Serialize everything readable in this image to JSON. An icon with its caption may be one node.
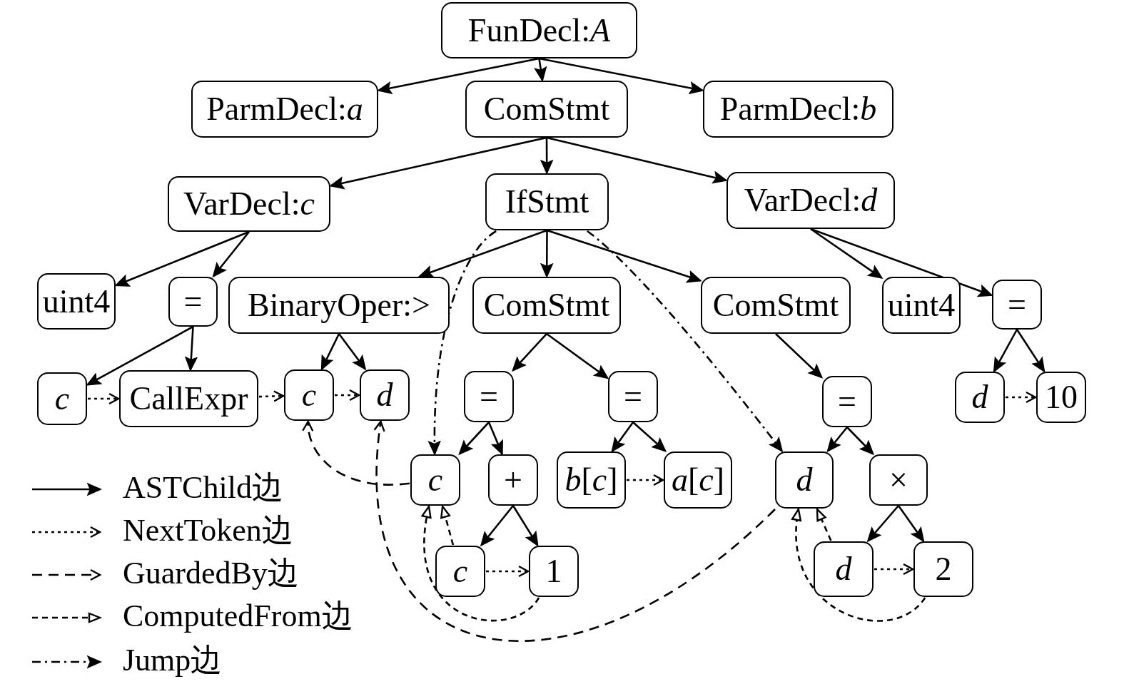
{
  "diagram": {
    "nodes": [
      {
        "text": [
          "FunDecl:*A*"
        ]
      },
      {
        "text": [
          "ParmDecl:*a*"
        ]
      },
      {
        "text": [
          "ComStmt"
        ]
      },
      {
        "text": [
          "ParmDecl:*b*"
        ]
      },
      {
        "text": [
          "VarDecl:*c*"
        ]
      },
      {
        "text": [
          "IfStmt"
        ]
      },
      {
        "text": [
          "VarDecl:*d*"
        ]
      },
      {
        "text": [
          "uint4"
        ]
      },
      {
        "text": [
          "="
        ]
      },
      {
        "text": [
          "BinaryOper:>"
        ]
      },
      {
        "text": [
          "ComStmt"
        ]
      },
      {
        "text": [
          "ComStmt"
        ]
      },
      {
        "text": [
          "uint4"
        ]
      },
      {
        "text": [
          "="
        ]
      },
      {
        "text": [
          "c"
        ]
      },
      {
        "text": [
          "CallExpr"
        ]
      },
      {
        "text": [
          "c"
        ]
      },
      {
        "text": [
          "d"
        ]
      },
      {
        "text": [
          "="
        ]
      },
      {
        "text": [
          "="
        ]
      },
      {
        "text": [
          "="
        ]
      },
      {
        "text": [
          "d"
        ]
      },
      {
        "text": [
          "10"
        ]
      },
      {
        "text": [
          "c"
        ]
      },
      {
        "text": [
          "+"
        ]
      },
      {
        "text": [
          "*b*[*c*]"
        ]
      },
      {
        "text": [
          "*a*[*c*]"
        ]
      },
      {
        "text": [
          "d"
        ]
      },
      {
        "text": [
          "×"
        ]
      },
      {
        "text": [
          "c"
        ]
      },
      {
        "text": [
          "1"
        ]
      },
      {
        "text": [
          "d"
        ]
      },
      {
        "text": [
          "2"
        ]
      }
    ],
    "edges": [
      {
        "from": 0,
        "to": 1,
        "arrow": "to"
      },
      {
        "from": 0,
        "to": 2,
        "arrow": "to"
      },
      {
        "from": 0,
        "to": 3,
        "arrow": "to"
      },
      {
        "from": 2,
        "to": 4,
        "arrow": "to"
      },
      {
        "from": 2,
        "to": 5,
        "arrow": "to"
      },
      {
        "from": 2,
        "to": 6,
        "arrow": "to"
      },
      {
        "from": 4,
        "to": 7,
        "arrow": "to"
      },
      {
        "from": 4,
        "to": 8,
        "arrow": "to"
      },
      {
        "from": 5,
        "to": 9,
        "arrow": "to"
      },
      {
        "from": 5,
        "to": 10,
        "arrow": "to"
      },
      {
        "from": 5,
        "to": 11,
        "arrow": "to"
      },
      {
        "from": 6,
        "to": 12,
        "arrow": "to"
      },
      {
        "from": 6,
        "to": 13,
        "arrow": "to"
      },
      {
        "from": 8,
        "to": 14,
        "arrow": "to"
      },
      {
        "from": 8,
        "to": 15,
        "arrow": "to"
      },
      {
        "from": 9,
        "to": 16,
        "arrow": "to"
      },
      {
        "from": 9,
        "to": 17,
        "arrow": "to"
      },
      {
        "from": 10,
        "to": 18,
        "arrow": "to"
      },
      {
        "from": 10,
        "to": 19,
        "arrow": "to"
      },
      {
        "from": 11,
        "to": 20,
        "arrow": "to"
      },
      {
        "from": 13,
        "to": 21,
        "arrow": "to"
      },
      {
        "from": 13,
        "to": 22,
        "arrow": "to"
      },
      {
        "from": 18,
        "to": 23,
        "arrow": "to"
      },
      {
        "from": 18,
        "to": 24,
        "arrow": "to"
      },
      {
        "from": 19,
        "to": 25,
        "arrow": "to"
      },
      {
        "from": 19,
        "to": 26,
        "arrow": "to"
      },
      {
        "from": 20,
        "to": 27,
        "arrow": "to"
      },
      {
        "from": 20,
        "to": 28,
        "arrow": "to"
      },
      {
        "from": 24,
        "to": 29,
        "arrow": "to"
      },
      {
        "from": 24,
        "to": 30,
        "arrow": "to"
      },
      {
        "from": 28,
        "to": 31,
        "arrow": "to"
      },
      {
        "from": 28,
        "to": 32,
        "arrow": "to"
      },
      {
        "from": 14,
        "to": 15,
        "arrow": "to",
        "style": "dashed"
      },
      {
        "from": 15,
        "to": 16,
        "arrow": "to",
        "style": "dashed"
      },
      {
        "from": 16,
        "to": 17,
        "arrow": "to",
        "style": "dashed"
      },
      {
        "from": 25,
        "to": 26,
        "arrow": "to",
        "style": "dashed"
      },
      {
        "from": 29,
        "to": 30,
        "arrow": "to",
        "style": "dashed"
      },
      {
        "from": 21,
        "to": 22,
        "arrow": "to",
        "style": "dashed"
      },
      {
        "from": 31,
        "to": 32,
        "arrow": "to",
        "style": "dashed"
      },
      {
        "from": 23,
        "to": 16,
        "arrow": "to",
        "style": "dashed"
      },
      {
        "from": 27,
        "to": 17,
        "arrow": "to",
        "style": "dashed"
      },
      {
        "from": 29,
        "to": 23,
        "arrow": "to",
        "style": "dashed"
      },
      {
        "from": 30,
        "to": 23,
        "arrow": "to",
        "style": "dashed"
      },
      {
        "from": 31,
        "to": 27,
        "arrow": "to",
        "style": "dashed"
      },
      {
        "from": 32,
        "to": 27,
        "arrow": "to",
        "style": "dashed"
      },
      {
        "from": 5,
        "to": 23,
        "arrow": "to",
        "style": "dashed"
      },
      {
        "from": 5,
        "to": 27,
        "arrow": "to",
        "style": "dashed"
      }
    ],
    "legend": [
      {
        "text": "ASTChild边"
      },
      {
        "text": "NextToken边"
      },
      {
        "text": "GuardedBy边"
      },
      {
        "text": "ComputedFrom边"
      },
      {
        "text": "Jump边"
      }
    ]
  }
}
